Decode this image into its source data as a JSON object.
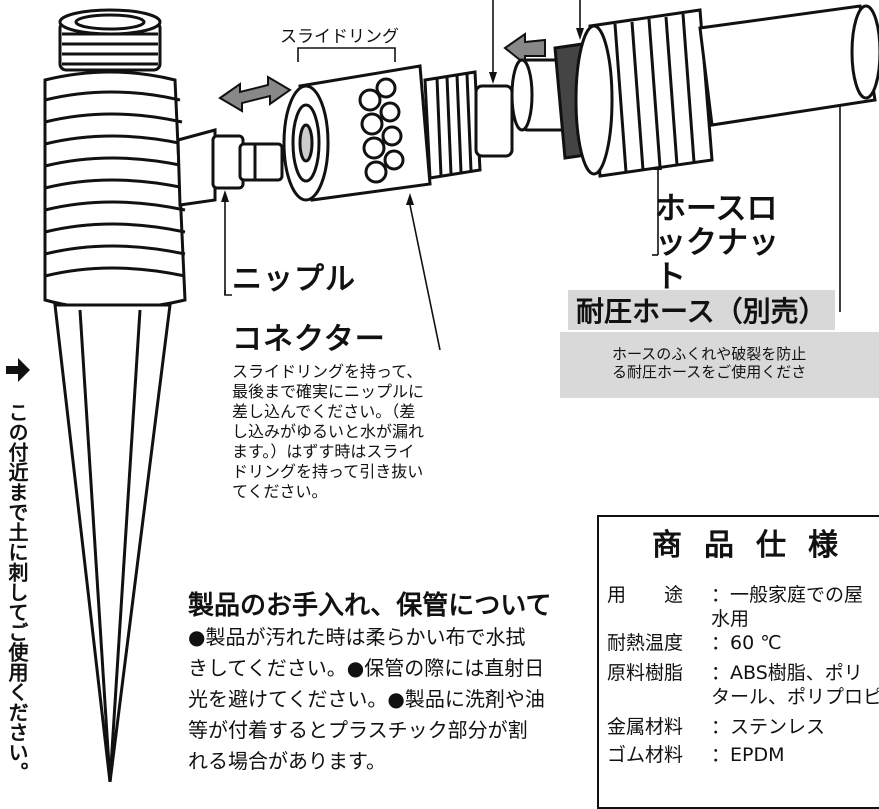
{
  "labels": {
    "slide_ring": "スライドリング",
    "nipple": "ニップル",
    "connector": "コネクター",
    "hose_lock_nut": "ホースロックナット",
    "pressure_hose": "耐圧ホース（別売）"
  },
  "warning": {
    "line1": "ホースのふくれや破裂を防止",
    "line2": "る耐圧ホースをご使用くださ"
  },
  "connector_instructions": "スライドリングを持って、\n最後まで確実にニップルに\n差し込んでください。（差\nし込みがゆるいと水が漏れ\nます。）はずす時はスライ\nドリングを持って引き抜い\nてください。",
  "ground_note": "この付近まで土に刺してご使用ください。",
  "care": {
    "title": "製品のお手入れ、保管について",
    "body": "●製品が汚れた時は柔らかい布で水拭\nきしてください。●保管の際には直射日\n光を避けてください。●製品に洗剤や油\n等が付着するとプラスチック部分が割\nれる場合があります。"
  },
  "specs": {
    "title": "商品仕様",
    "rows": [
      {
        "key": "用　　途",
        "value": "一般家庭での屋",
        "cont": "水用"
      },
      {
        "key": "耐熱温度",
        "value": "60 ℃",
        "cont": ""
      },
      {
        "key": "原料樹脂",
        "value": "ABS樹脂、ポリ",
        "cont": "タール、ポリプロピ"
      },
      {
        "key": "金属材料",
        "value": "ステンレス",
        "cont": ""
      },
      {
        "key": "ゴム材料",
        "value": "EPDM",
        "cont": ""
      }
    ]
  }
}
